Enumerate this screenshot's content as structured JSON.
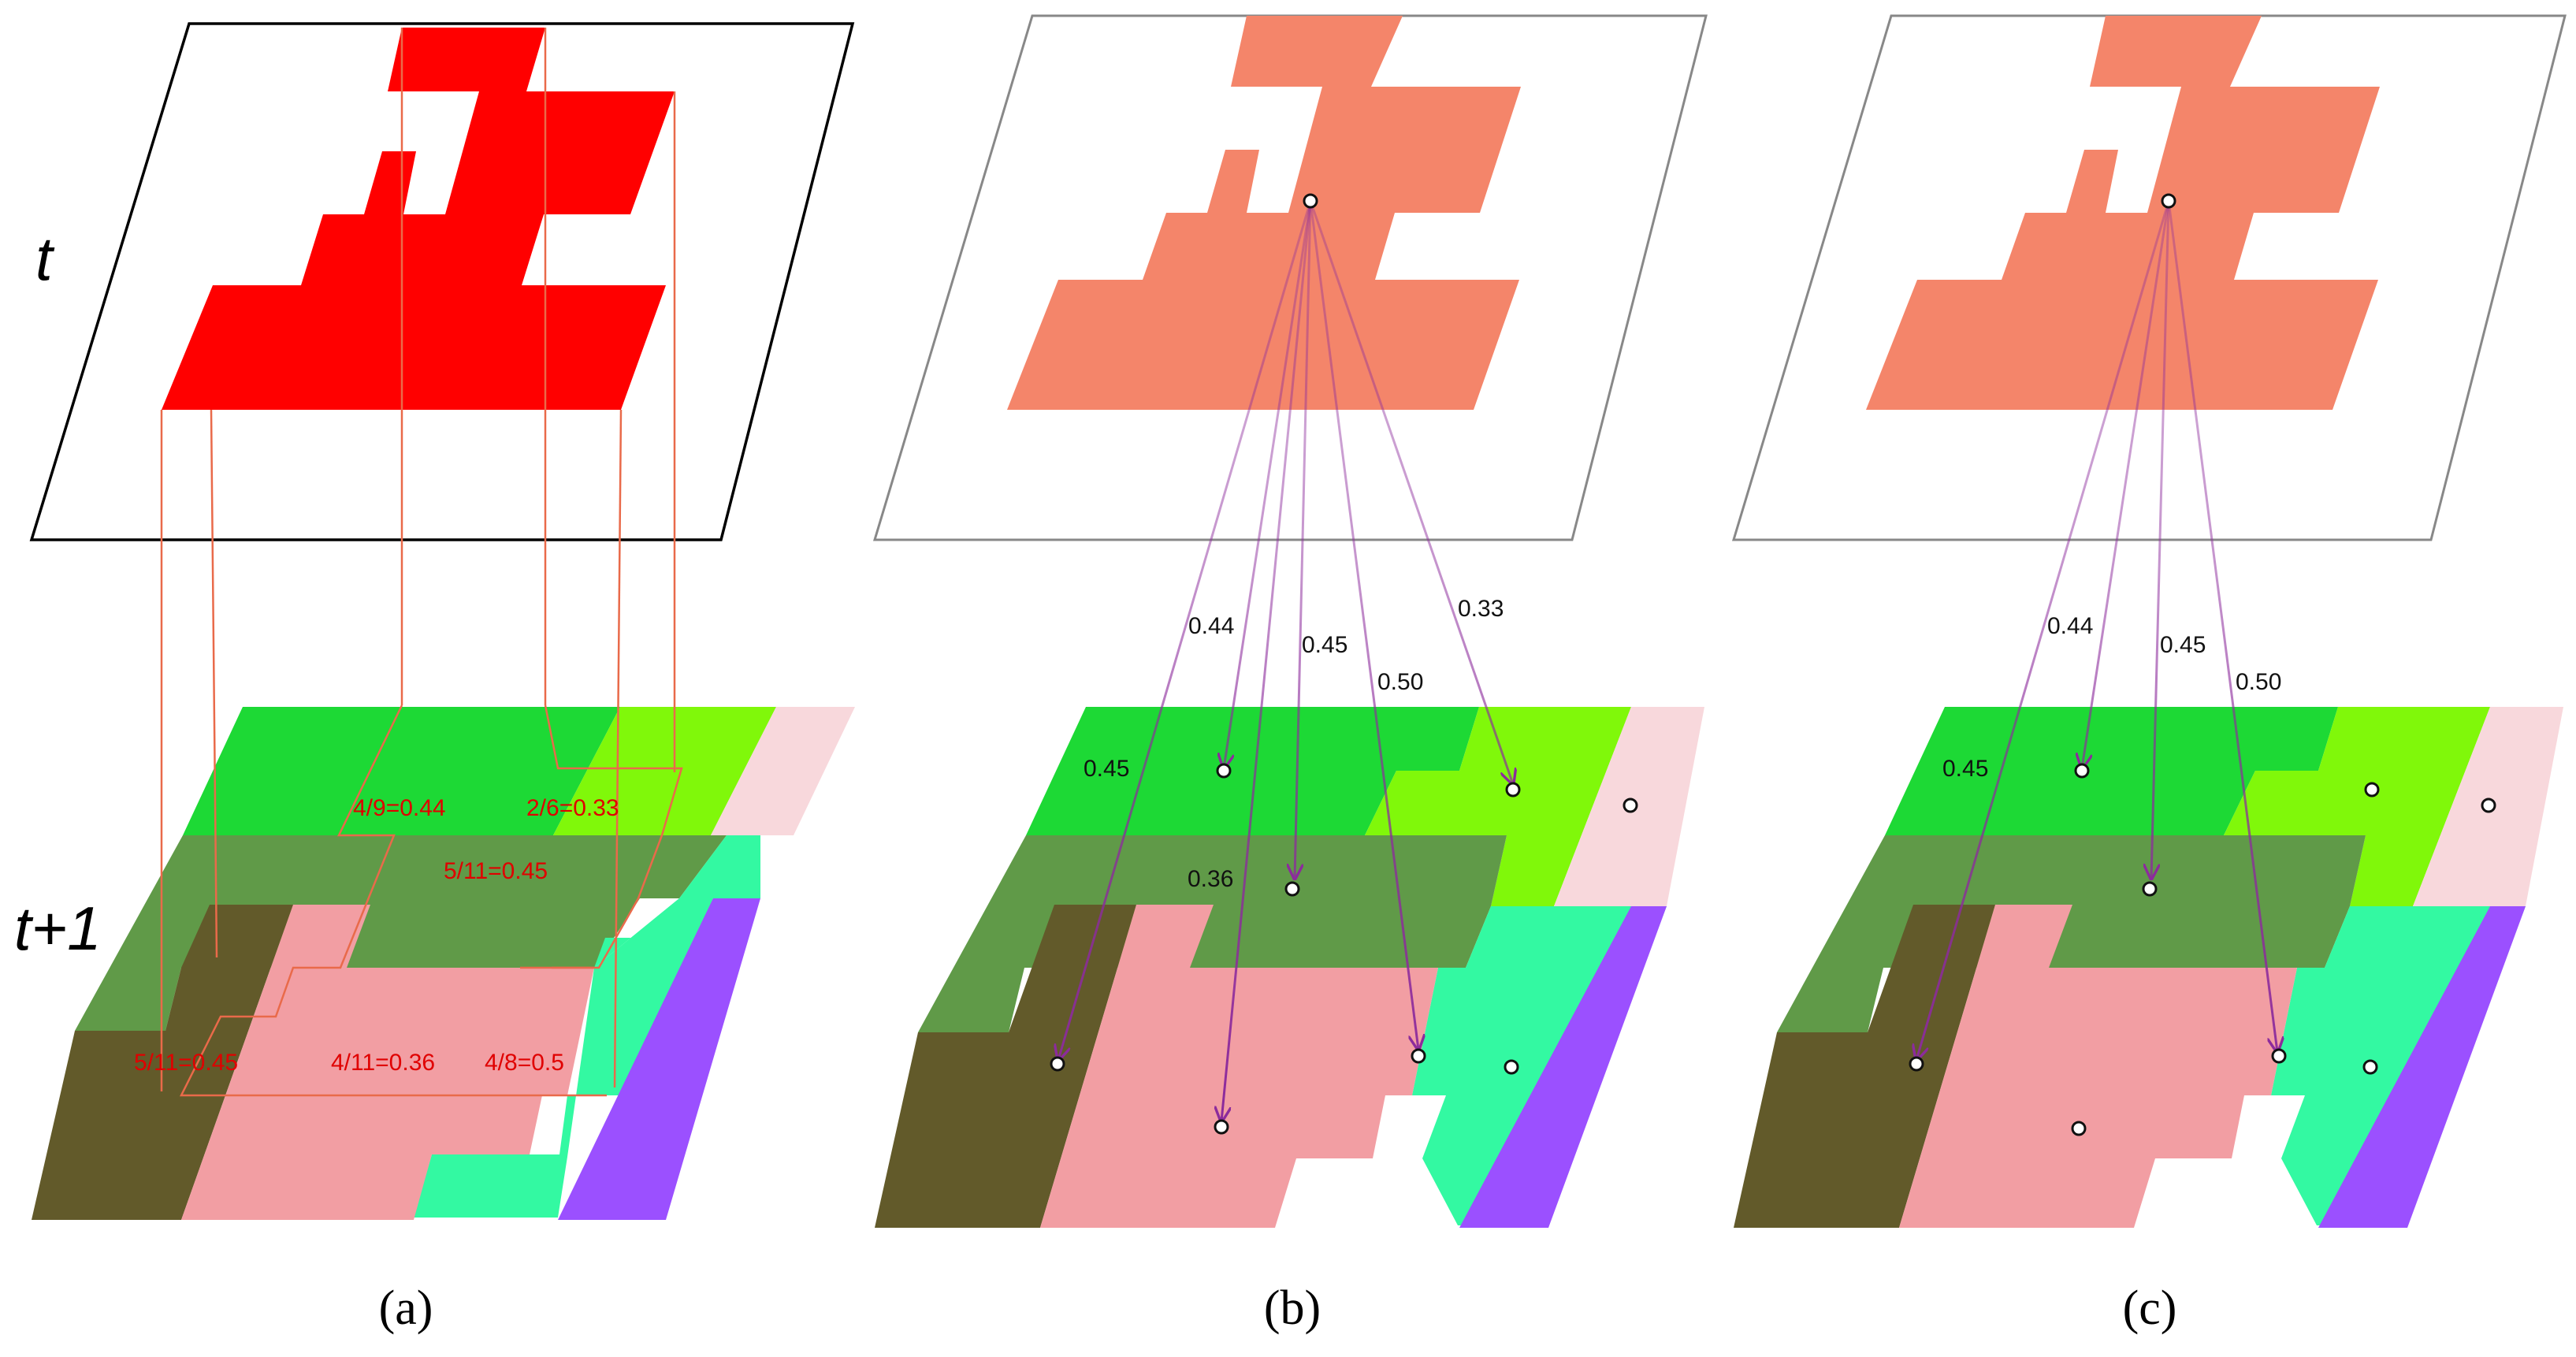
{
  "colors": {
    "red_shape": "#ff0000",
    "salmon_shape": "#f4856a",
    "bright_green": "#1dd935",
    "lime": "#80f80a",
    "pale_pink": "#f8d8dc",
    "olive": "#609a48",
    "dark_olive": "#625a2a",
    "pink": "#f29ea3",
    "aqua": "#33f9a2",
    "purple": "#9b50ff",
    "arrow": "#8c2b9c"
  },
  "panel_a": {
    "caption": "(a)",
    "label_t": "t",
    "label_t1": "t+1",
    "fractions": [
      "4/9=0.44",
      "2/6=0.33",
      "5/11=0.45",
      "5/11=0.45",
      "4/11=0.36",
      "4/8=0.5"
    ]
  },
  "panel_b": {
    "caption": "(b)",
    "weights": [
      "0.44",
      "0.45",
      "0.50",
      "0.33",
      "0.45",
      "0.36"
    ]
  },
  "panel_c": {
    "caption": "(c)",
    "weights": [
      "0.44",
      "0.45",
      "0.50",
      "0.45"
    ]
  }
}
